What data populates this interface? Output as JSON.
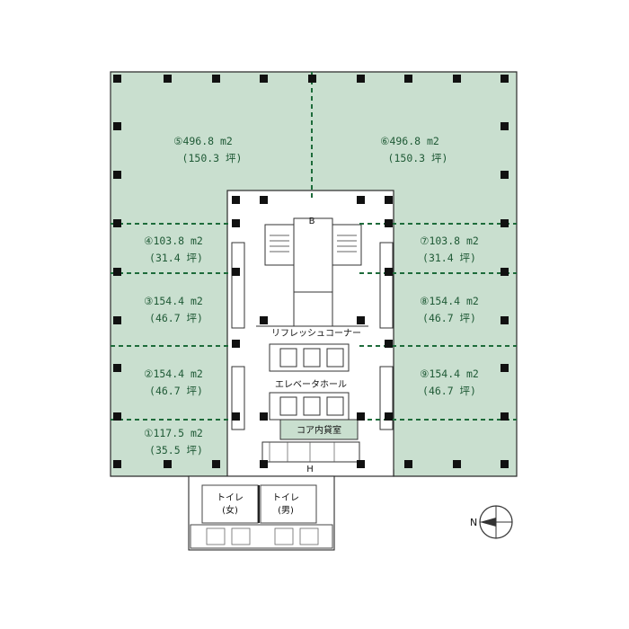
{
  "colors": {
    "floor_fill": "#c9dfcf",
    "wall": "#2b2b2b",
    "divider": "#1d6b3a",
    "column": "#111111",
    "label": "#1f5a36",
    "core_fill": "#ffffff",
    "core_room": "#c9dfcf"
  },
  "units": [
    {
      "id": "u5",
      "area": "⑤496.8 m2",
      "tsubo": "(150.3 坪)"
    },
    {
      "id": "u6",
      "area": "⑥496.8 m2",
      "tsubo": "(150.3 坪)"
    },
    {
      "id": "u4",
      "area": "④103.8 m2",
      "tsubo": "(31.4 坪)"
    },
    {
      "id": "u7",
      "area": "⑦103.8 m2",
      "tsubo": "(31.4 坪)"
    },
    {
      "id": "u3",
      "area": "③154.4 m2",
      "tsubo": "(46.7 坪)"
    },
    {
      "id": "u8",
      "area": "⑧154.4 m2",
      "tsubo": "(46.7 坪)"
    },
    {
      "id": "u2",
      "area": "②154.4 m2",
      "tsubo": "(46.7 坪)"
    },
    {
      "id": "u9",
      "area": "⑨154.4 m2",
      "tsubo": "(46.7 坪)"
    },
    {
      "id": "u1",
      "area": "①117.5 m2",
      "tsubo": "(35.5 坪)"
    }
  ],
  "core": {
    "refresh_corner": "リフレッシュコーナー",
    "elevator_hall": "エレベータホール",
    "core_storage": "コア内貸室",
    "toilet_women": "トイレ",
    "toilet_women_sub": "(女)",
    "toilet_men": "トイレ",
    "toilet_men_sub": "(男)",
    "mark_b": "B",
    "mark_h": "H"
  },
  "compass": {
    "north": "N",
    "icon": "compass-icon"
  }
}
